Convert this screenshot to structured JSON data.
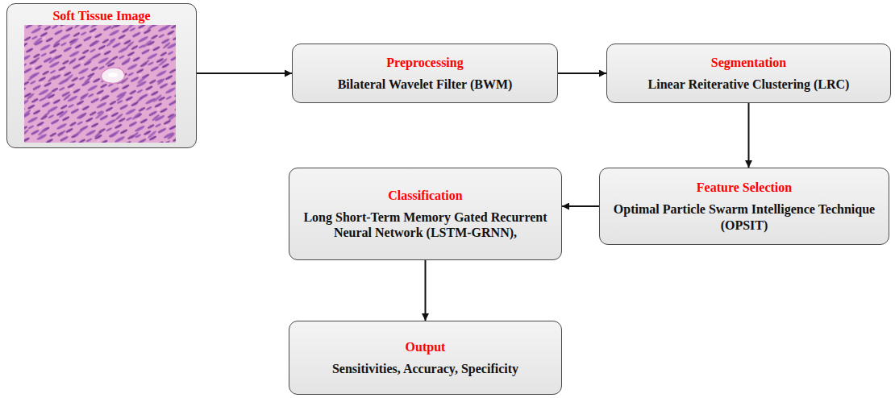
{
  "diagram": {
    "nodes": [
      {
        "text": [
          "Soft Tissue Image"
        ]
      },
      {
        "text": [
          "Preprocessing",
          "Bilateral Wavelet Filter (BWM)"
        ]
      },
      {
        "text": [
          "Segmentation",
          "Linear Reiterative Clustering (LRC)"
        ]
      },
      {
        "text": [
          "Classification",
          "Long Short-Term Memory Gated Recurrent Neural Network (LSTM-GRNN),"
        ]
      },
      {
        "text": [
          "Feature Selection",
          "Optimal Particle Swarm Intelligence Technique (OPSIT)"
        ]
      },
      {
        "text": [
          "Output",
          "Sensitivities, Accuracy, Specificity"
        ]
      }
    ],
    "edges": [
      {
        "from": 0,
        "to": 1,
        "arrow": "to"
      },
      {
        "from": 1,
        "to": 2,
        "arrow": "to"
      },
      {
        "from": 2,
        "to": 4,
        "arrow": "to"
      },
      {
        "from": 4,
        "to": 3,
        "arrow": "to"
      },
      {
        "from": 3,
        "to": 5,
        "arrow": "to"
      }
    ]
  }
}
